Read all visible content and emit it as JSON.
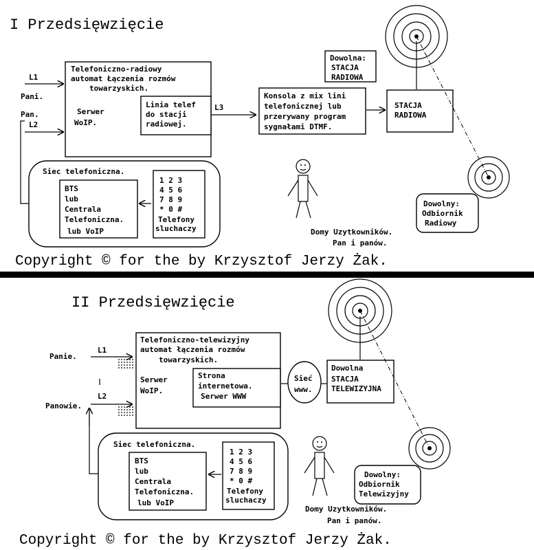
{
  "top": {
    "title": "I Przedsięwzięcie",
    "l1": "L1",
    "pani": "Pani.",
    "pan": "Pan.",
    "l2": "L2",
    "automat": [
      "Telefoniczno-radiowy",
      "automat Łączenia rozmów",
      "towarzyskich."
    ],
    "server": [
      "Serwer",
      "WoIP."
    ],
    "linia": [
      "Linia telef",
      "do stacji",
      "radiowej."
    ],
    "l3": "L3",
    "konsola": [
      "Konsola z mix lini",
      "telefonicznej lub",
      "przerywany program",
      "sygnałami DTMF."
    ],
    "dowolna": [
      "Dowolna:",
      "STACJA",
      "RADIOWA"
    ],
    "stacja": [
      "STACJA",
      "RADIOWA"
    ],
    "siec": "Siec telefoniczna.",
    "bts": [
      "BTS",
      "lub",
      "Centrala",
      "Telefoniczna.",
      "lub VoIP"
    ],
    "keypad": [
      "1  2  3",
      "4  5  6",
      "7  8  9",
      "*  0  #"
    ],
    "telefony": [
      "Telefony",
      "sluchaczy"
    ],
    "odbiornik": [
      "Dowolny:",
      "Odbiornik",
      "Radiowy"
    ],
    "domy": [
      "Domy Uzytkowników.",
      "Pan i panów."
    ],
    "copyright": "Copyright © for the by Krzysztof Jerzy Żak."
  },
  "bottom": {
    "title": "II Przedsięwzięcie",
    "panie": "Panie.",
    "l1": "L1",
    "panowie": "Panowie.",
    "l2": "L2",
    "automat": [
      "Telefoniczno-telewizyjny",
      "automat łączenia rozmów",
      "towarzyskich."
    ],
    "server": [
      "Serwer",
      "WoIP."
    ],
    "strona": [
      "Strona",
      "internetowa.",
      "Serwer WWW"
    ],
    "siec_www": [
      "Sieć",
      "www."
    ],
    "stacja": [
      "Dowolna",
      "STACJA",
      "TELEWIZYJNA"
    ],
    "siec": "Siec telefoniczna.",
    "bts": [
      "BTS",
      "lub",
      "Centrala",
      "Telefoniczna.",
      "lub VoIP"
    ],
    "keypad": [
      "1  2  3",
      "4  5  6",
      "7  8  9",
      "*  0  #"
    ],
    "telefony": [
      "Telefony",
      "sluchaczy"
    ],
    "odbiornik": [
      "Dowolny:",
      "Odbiornik",
      "Telewizyjny"
    ],
    "domy": [
      "Domy Uzytkowników.",
      "Pan i panów."
    ],
    "copyright": "Copyright © for the by Krzysztof Jerzy Żak."
  }
}
